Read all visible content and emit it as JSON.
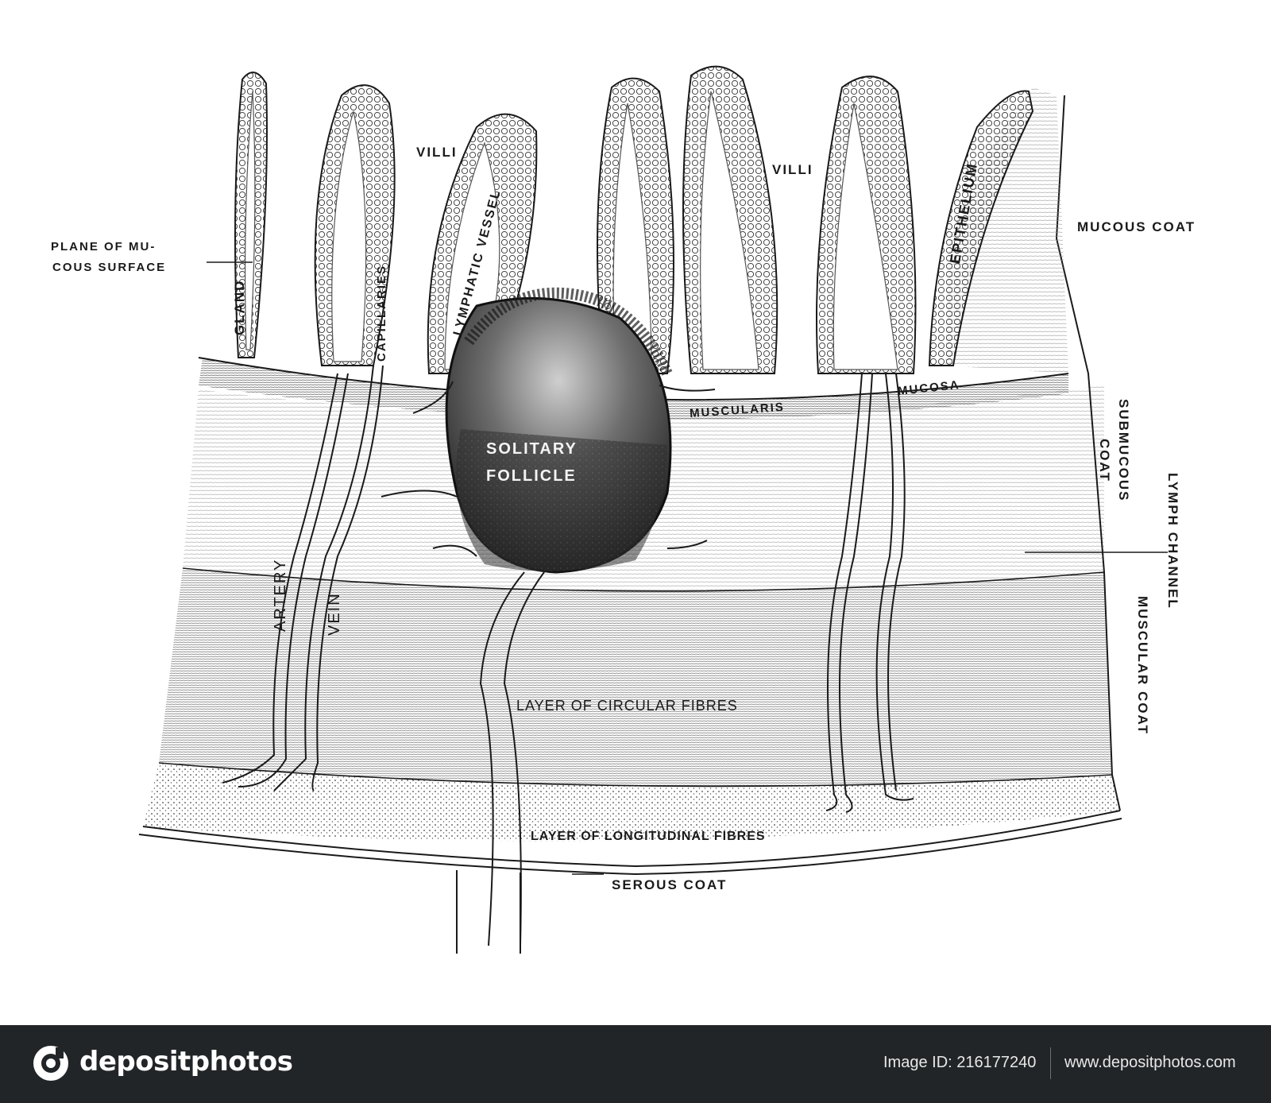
{
  "diagram": {
    "labels": {
      "villi_left": "VILLI",
      "villi_right": "VILLI",
      "plane_of_mucous_surface_line1": "PLANE OF MU-",
      "plane_of_mucous_surface_line2": "COUS SURFACE",
      "gland": "GLAND",
      "lymphatic_vessel": "LYMPHATIC VESSEL",
      "capillaries": "CAPILLARIES",
      "epithelium": "EPITHELIUM",
      "mucous_coat": "MUCOUS COAT",
      "muscularis": "MUSCULARIS",
      "mucosa": "MUCOSA",
      "solitary_follicle_line1": "SOLITARY",
      "solitary_follicle_line2": "FOLLICLE",
      "submucous_coat_line1": "SUBMUCOUS",
      "submucous_coat_line2": "COAT",
      "lymph_channel": "LYMPH CHANNEL",
      "artery": "ARTERY",
      "vein": "VEIN",
      "layer_of_circular_fibres": "LAYER OF CIRCULAR FIBRES",
      "muscular_coat": "MUSCULAR COAT",
      "layer_of_longitudinal_fibres": "LAYER OF LONGITUDINAL FIBRES",
      "serous_coat": "SEROUS COAT"
    },
    "colors": {
      "ink": "#1a1a1a",
      "follicle": "#2b2b2b",
      "hatch": "#9a9a9a"
    }
  },
  "footer": {
    "brand": "depositphotos",
    "image_id": "Image ID: 216177240",
    "url": "www.depositphotos.com",
    "background": "#222528"
  }
}
